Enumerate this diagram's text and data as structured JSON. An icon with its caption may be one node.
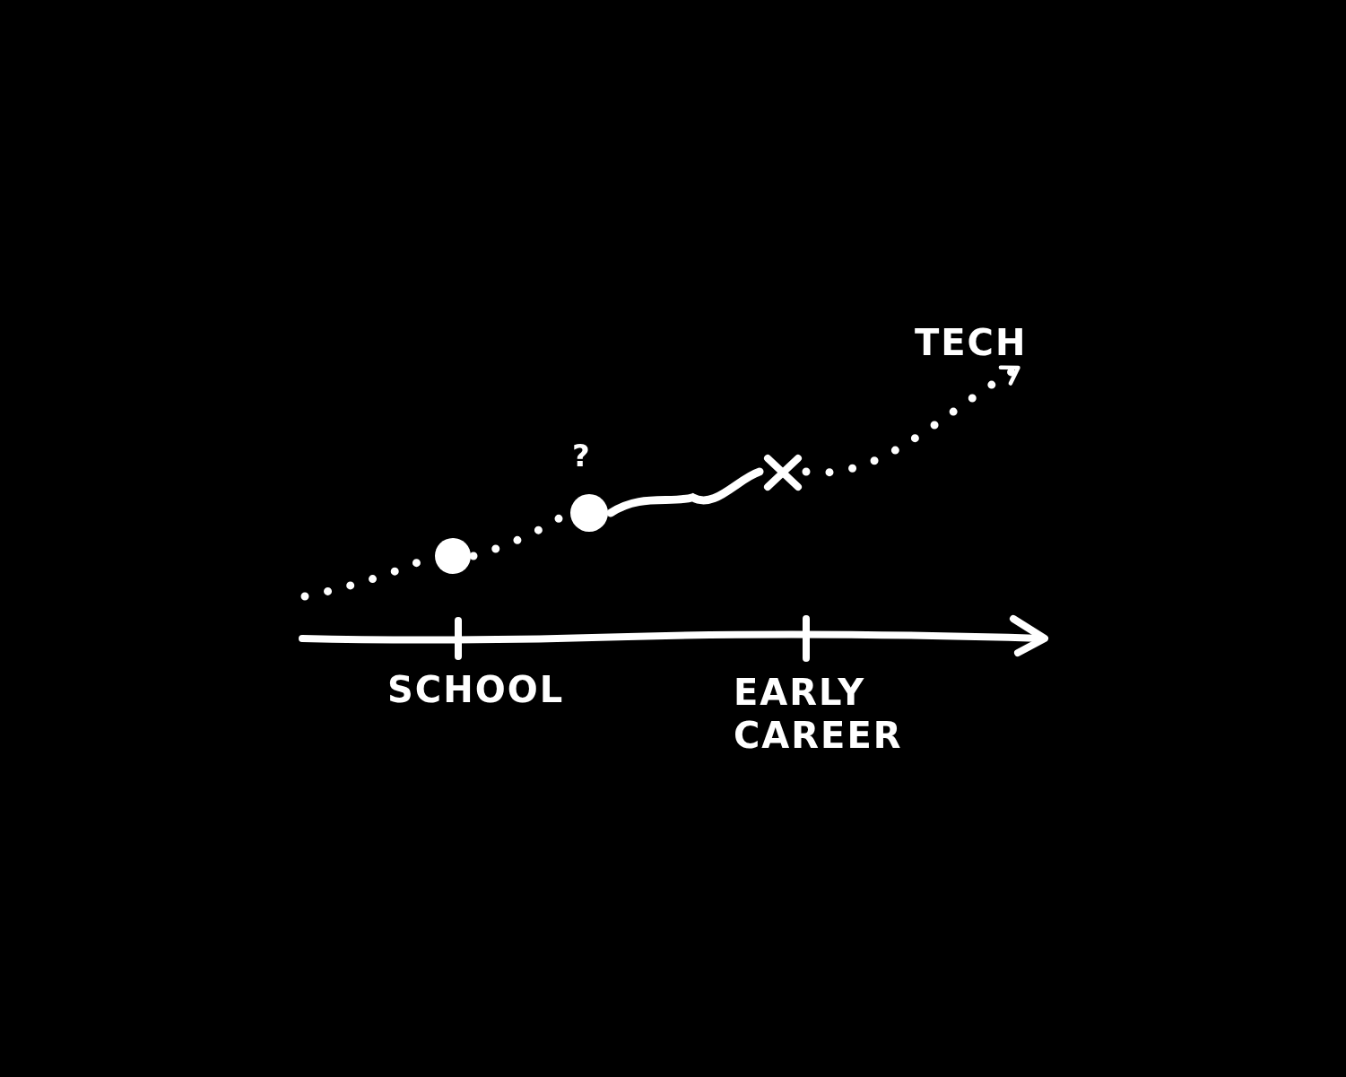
{
  "diagram": {
    "nodes": [
      {
        "text": [],
        "shape": "circle"
      },
      {
        "text": [],
        "shape": "circle",
        "beside": [
          "?"
        ]
      },
      {
        "text": [],
        "shape": "cross"
      },
      {
        "text": [
          "TECH"
        ]
      }
    ],
    "edges": [
      {
        "from": null,
        "to": 0,
        "arrow": "none",
        "style": "dashed"
      },
      {
        "from": 0,
        "to": 1,
        "arrow": "none",
        "style": "dashed"
      },
      {
        "from": 1,
        "to": 2,
        "arrow": "none"
      },
      {
        "from": 2,
        "to": 3,
        "arrow": "to",
        "style": "dashed"
      }
    ],
    "labels": [
      "SCHOOL",
      "EARLY CAREER"
    ]
  }
}
